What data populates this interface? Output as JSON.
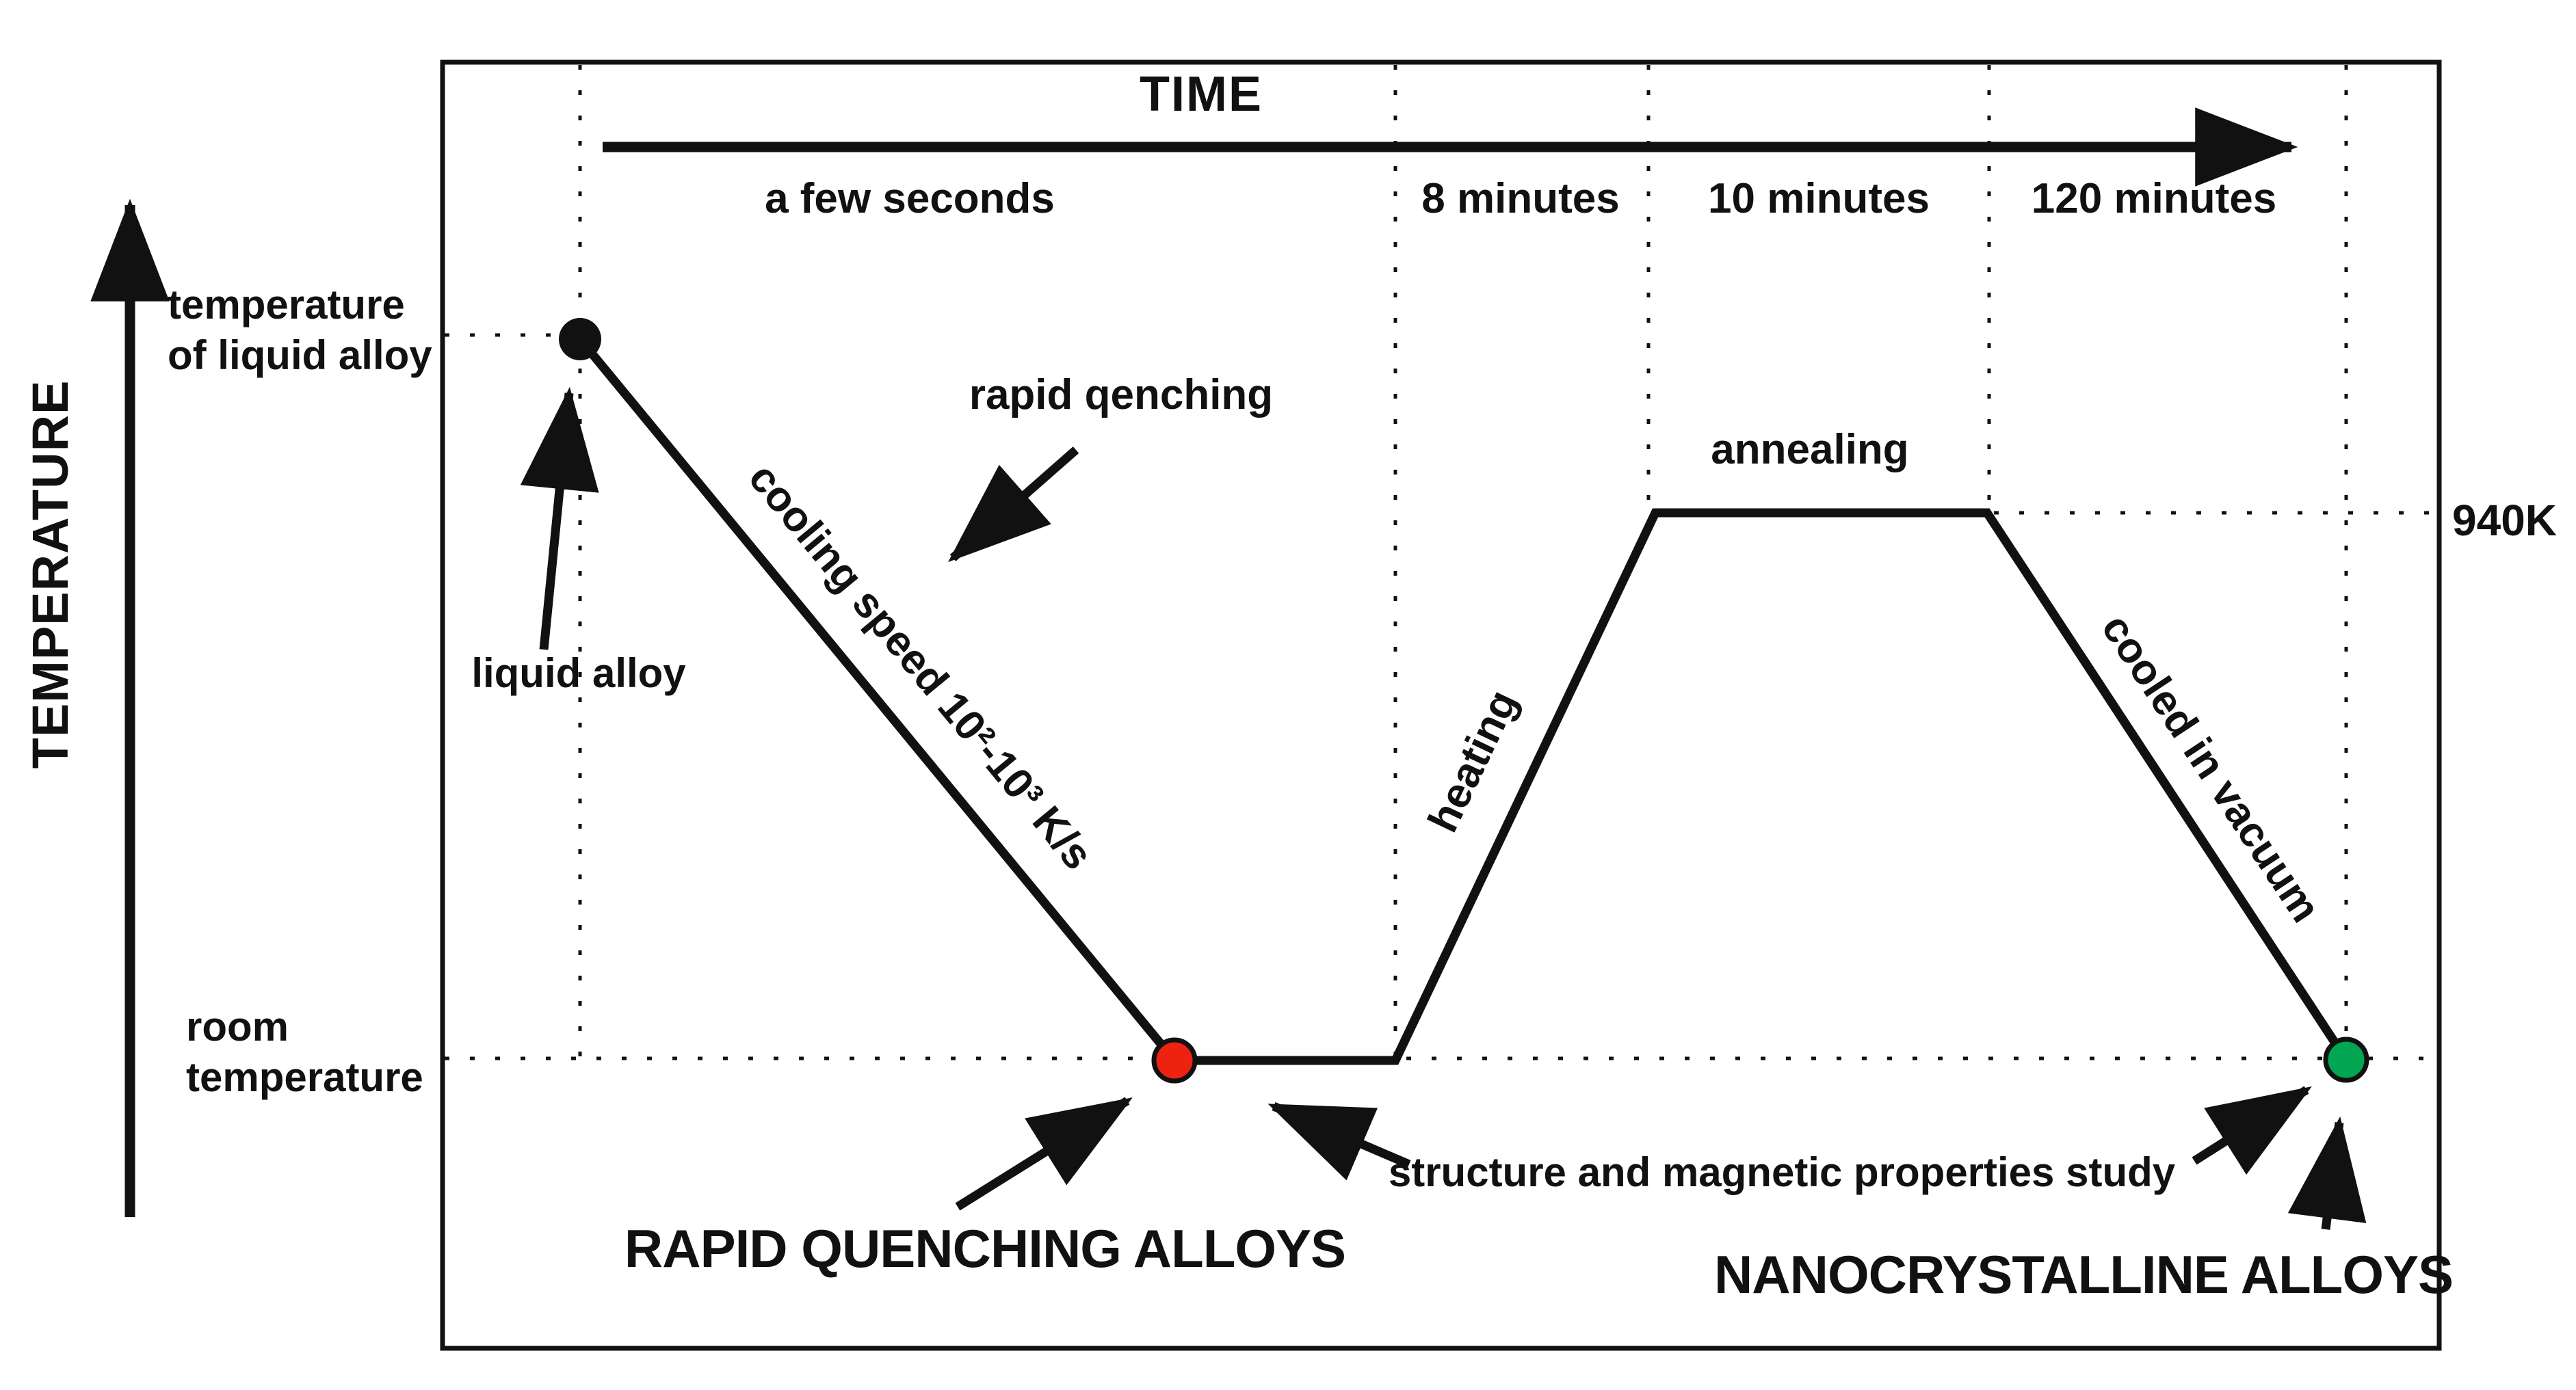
{
  "colors": {
    "ink": "#111111",
    "background": "#ffffff",
    "red_dot": "#ee2211",
    "green_dot": "#00a651",
    "black_dot": "#111111"
  },
  "axes": {
    "x_label": "TIME",
    "y_label": "TEMPERATURE"
  },
  "time_sections": [
    "a few seconds",
    "8 minutes",
    "10 minutes",
    "120 minutes"
  ],
  "levels": {
    "liquid_line1": "temperature",
    "liquid_line2": "of liquid alloy",
    "room_line1": "room",
    "room_line2": "temperature",
    "anneal_temp": "940K"
  },
  "annotations": {
    "liquid_alloy": "liquid alloy",
    "rapid_quenching": "rapid qenching",
    "cooling_speed": "cooling speed 10²-10³ K/s",
    "heating": "heating",
    "annealing": "annealing",
    "cooled_in_vacuum": "cooled in vacuum",
    "structure_study": "structure and magnetic properties study",
    "rapid_alloys": "RAPID QUENCHING ALLOYS",
    "nano_alloys": "NANOCRYSTALLINE ALLOYS"
  },
  "process_profile": {
    "stages": [
      {
        "stage": "rapid qenching",
        "duration": "a few seconds",
        "from": "temperature of liquid alloy",
        "to": "room temperature",
        "rate": "cooling speed 10²-10³ K/s",
        "result": "RAPID QUENCHING ALLOYS"
      },
      {
        "stage": "heating",
        "duration": "8 minutes",
        "from": "room temperature",
        "to": "940K"
      },
      {
        "stage": "annealing",
        "duration": "10 minutes",
        "at": "940K"
      },
      {
        "stage": "cooled in vacuum",
        "duration": "120 minutes",
        "from": "940K",
        "to": "room temperature",
        "result": "NANOCRYSTALLINE ALLOYS"
      }
    ],
    "study_note": "structure and magnetic properties study"
  }
}
